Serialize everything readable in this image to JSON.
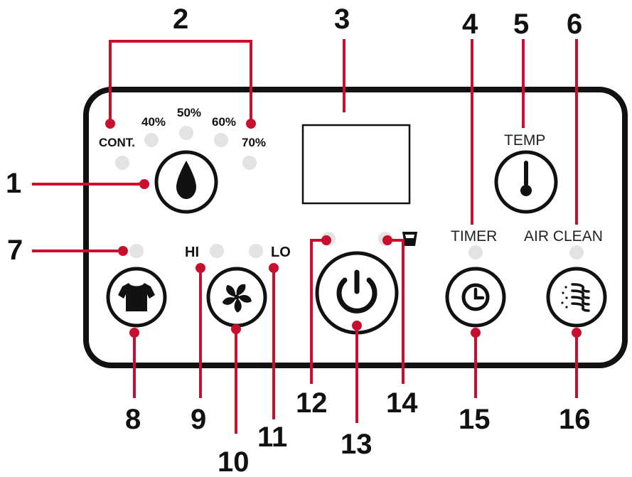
{
  "labels": {
    "cont": "CONT.",
    "h40": "40%",
    "h50": "50%",
    "h60": "60%",
    "h70": "70%",
    "hi": "HI",
    "lo": "LO",
    "temp": "TEMP",
    "timer": "TIMER",
    "air_clean": "AIR CLEAN"
  },
  "callouts": {
    "c1": "1",
    "c2": "2",
    "c3": "3",
    "c4": "4",
    "c5": "5",
    "c6": "6",
    "c7": "7",
    "c8": "8",
    "c9": "9",
    "c10": "10",
    "c11": "11",
    "c12": "12",
    "c13": "13",
    "c14": "14",
    "c15": "15",
    "c16": "16"
  },
  "colors": {
    "callout": "#c8102e",
    "panel_border": "#111111",
    "led": "#e3e3e3"
  },
  "icons": {
    "humidity_button": "water-drop-icon",
    "temp_button": "thermometer-icon",
    "laundry_button": "tshirt-icon",
    "fan_button": "fan-icon",
    "power_button": "power-icon",
    "timer_button": "clock-icon",
    "air_clean_button": "air-purify-icon",
    "bucket_indicator": "bucket-icon"
  }
}
